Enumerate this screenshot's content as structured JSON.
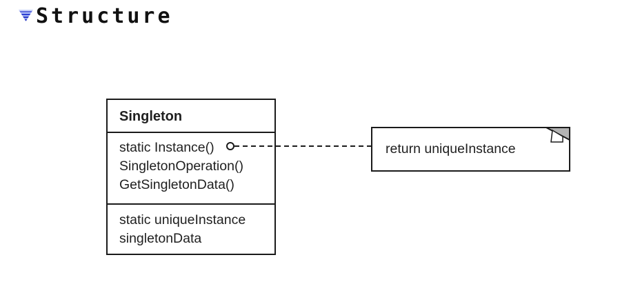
{
  "heading": {
    "title": "Structure"
  },
  "diagram": {
    "class_box": {
      "name": "Singleton",
      "methods": [
        "static Instance()",
        "SingletonOperation()",
        "GetSingletonData()"
      ],
      "attributes": [
        "static uniqueInstance",
        "singletonData"
      ]
    },
    "note": {
      "text": "return uniqueInstance"
    },
    "connector": {
      "style": "dashed",
      "anchor": "circle"
    }
  },
  "icons": {
    "heading_bullet": "blue-striped-down-triangle-icon",
    "note_corner": "dog-ear-fold-icon",
    "connector_anchor": "small-circle-icon"
  },
  "colors": {
    "background": "#ffffff",
    "line": "#1a1a1a",
    "text": "#1f1f1f",
    "note_fold_fill": "#b3b3b3",
    "bullet_blue_light": "#a9b9f7",
    "bullet_blue_dark": "#2c3fd4"
  }
}
